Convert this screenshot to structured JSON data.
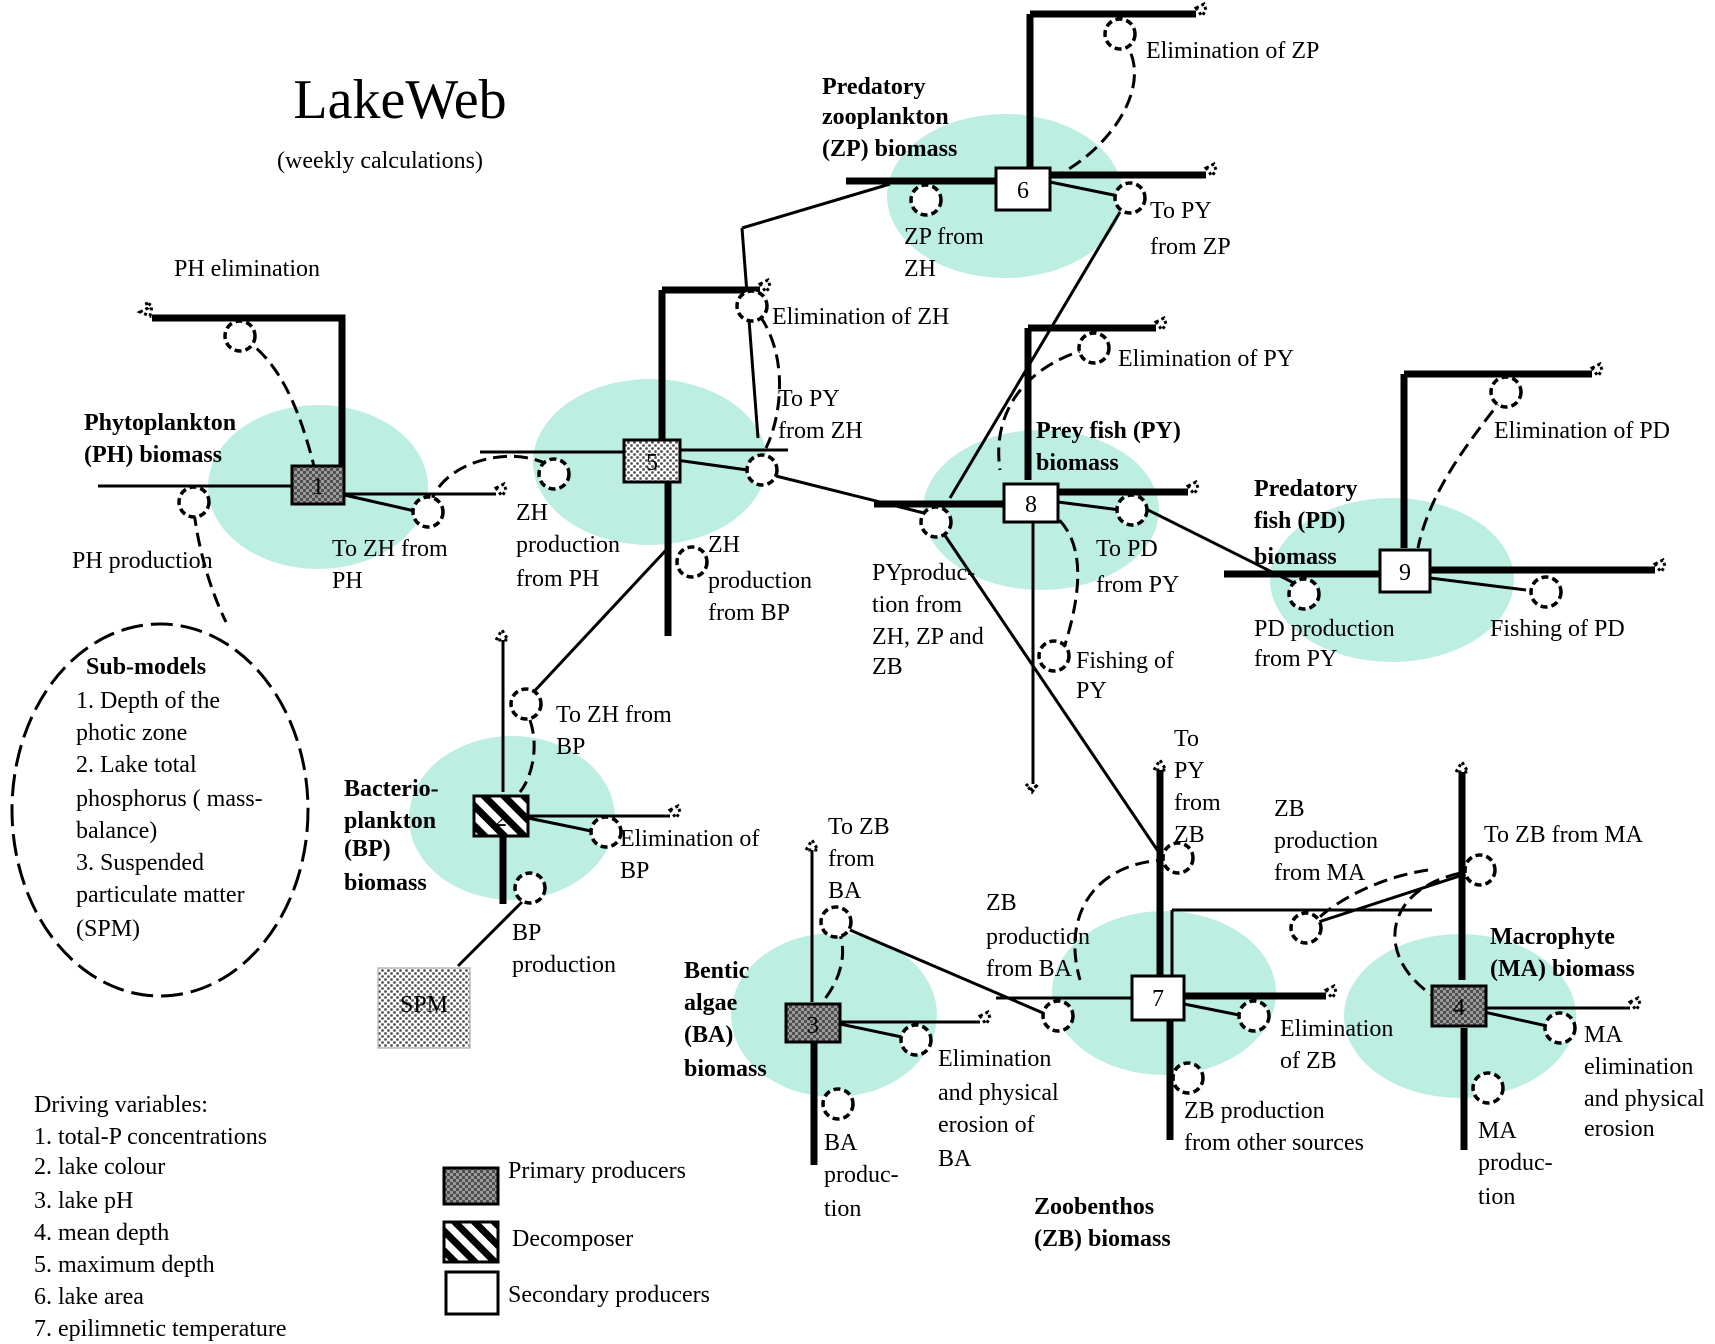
{
  "title": "LakeWeb",
  "subtitle": "(weekly calculations)",
  "stocks": [
    {
      "id": "1",
      "label_lines": [
        "Phytoplankton",
        "(PH) biomass"
      ],
      "kind": "primary"
    },
    {
      "id": "2",
      "label_lines": [
        "Bacterio-",
        "plankton",
        "(BP)",
        "biomass"
      ],
      "kind": "decomposer"
    },
    {
      "id": "3",
      "label_lines": [
        "Bentic",
        "algae",
        "(BA)",
        "biomass"
      ],
      "kind": "primary"
    },
    {
      "id": "4",
      "label_lines": [
        "Macrophyte",
        "(MA) biomass"
      ],
      "kind": "primary"
    },
    {
      "id": "5",
      "label_lines": [],
      "kind": "primary"
    },
    {
      "id": "6",
      "label_lines": [
        "Predatory",
        "zooplankton",
        "(ZP) biomass"
      ],
      "kind": "secondary"
    },
    {
      "id": "7",
      "label_lines": [
        "Zoobenthos",
        "(ZB) biomass"
      ],
      "kind": "secondary"
    },
    {
      "id": "8",
      "label_lines": [
        "Prey fish (PY)",
        "biomass"
      ],
      "kind": "secondary"
    },
    {
      "id": "9",
      "label_lines": [
        "Predatory",
        "fish (PD)",
        "biomass"
      ],
      "kind": "secondary"
    }
  ],
  "flows": {
    "ph_elimination": [
      "PH elimination"
    ],
    "ph_production": [
      "PH production"
    ],
    "to_zh_from_ph": [
      "To ZH from",
      "PH"
    ],
    "zh_production_from_ph": [
      "ZH",
      "production",
      "from PH"
    ],
    "elimination_zh": [
      "Elimination of ZH"
    ],
    "to_py_from_zh": [
      "To PY",
      "from ZH"
    ],
    "zh_production_from_bp": [
      "ZH",
      "production",
      "from BP"
    ],
    "zp_from_zh": [
      "ZP from",
      "ZH"
    ],
    "elimination_zp": [
      "Elimination of ZP"
    ],
    "to_py_from_zp": [
      "To PY",
      "from ZP"
    ],
    "elimination_py": [
      "Elimination of PY"
    ],
    "py_production": [
      "PYproduc-",
      "tion from",
      "ZH, ZP and",
      "ZB"
    ],
    "to_pd_from_py": [
      "To PD",
      "from PY"
    ],
    "fishing_py": [
      "Fishing of",
      "PY"
    ],
    "elimination_pd": [
      "Elimination of PD"
    ],
    "pd_production": [
      "PD production",
      "from PY"
    ],
    "fishing_pd": [
      "Fishing of PD"
    ],
    "to_zh_from_bp": [
      "To ZH from",
      "BP"
    ],
    "elimination_bp": [
      "Elimination of",
      "BP"
    ],
    "bp_production": [
      "BP",
      "production"
    ],
    "to_zb_from_ba": [
      "To ZB",
      "from",
      "BA"
    ],
    "elimination_ba": [
      "Elimination",
      "and physical",
      "erosion of",
      "BA"
    ],
    "ba_production": [
      "BA",
      "produc-",
      "tion"
    ],
    "to_py_from_zb": [
      "To",
      "PY",
      "from",
      "ZB"
    ],
    "zb_production_from_ma": [
      "ZB",
      "production",
      "from MA"
    ],
    "zb_production_from_ba": [
      "ZB",
      "production",
      "from BA"
    ],
    "elimination_zb": [
      "Elimination",
      "of ZB"
    ],
    "zb_production_other": [
      "ZB production",
      "from other sources"
    ],
    "to_zb_from_ma": [
      "To ZB from MA"
    ],
    "ma_elimination": [
      "MA",
      "elimination",
      "and physical",
      "erosion"
    ],
    "ma_production": [
      "MA",
      "produc-",
      "tion"
    ]
  },
  "spm": "SPM",
  "submodels": {
    "title": "Sub-models",
    "lines": [
      "1. Depth of the",
      "photic zone",
      "2. Lake total",
      "phosphorus ( mass-",
      "balance)",
      "3. Suspended",
      "particulate matter",
      "(SPM)"
    ]
  },
  "driving": {
    "title": "Driving variables:",
    "items": [
      "1. total-P concentrations",
      "2. lake colour",
      "3. lake pH",
      "4. mean depth",
      "5. maximum depth",
      "6. lake area",
      "7. epilimnetic temperature"
    ]
  },
  "legend": [
    {
      "label": "Primary producers",
      "kind": "primary"
    },
    {
      "label": "Decomposer",
      "kind": "decomposer"
    },
    {
      "label": "Secondary producers",
      "kind": "secondary"
    }
  ],
  "colors": {
    "zone": "#bdeee2",
    "primary_fill": "#8a8a8a",
    "line": "#000000"
  }
}
